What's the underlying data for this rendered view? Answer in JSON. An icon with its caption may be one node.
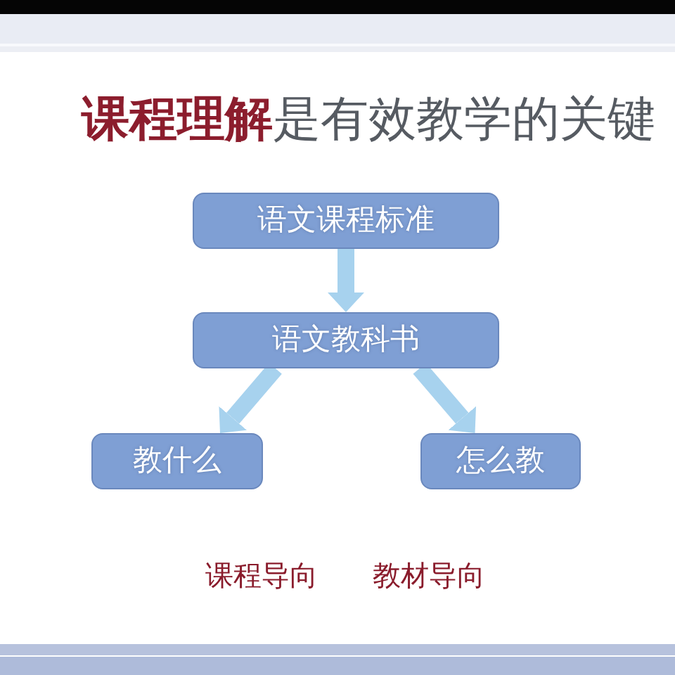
{
  "diagram": {
    "title": "**课程理解**是有效教学的关键",
    "nodes": [
      {
        "text": [
          "语文课程标准"
        ]
      },
      {
        "text": [
          "语文教科书"
        ]
      },
      {
        "text": [
          "教什么"
        ]
      },
      {
        "text": [
          "怎么教"
        ]
      }
    ],
    "edges": [
      {
        "from": 0,
        "to": 1,
        "arrow": "to"
      },
      {
        "from": 1,
        "to": 2,
        "arrow": "to"
      },
      {
        "from": 1,
        "to": 3,
        "arrow": "to"
      }
    ],
    "labels": [
      "课程导向",
      "教材导向"
    ]
  }
}
